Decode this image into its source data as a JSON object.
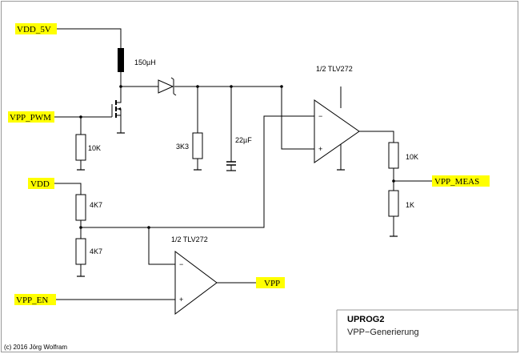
{
  "nets": {
    "vdd_5v": "VDD_5V",
    "vpp_pwm": "VPP_PWM",
    "vdd": "VDD",
    "vpp_en": "VPP_EN",
    "vpp": "VPP",
    "vpp_meas": "VPP_MEAS"
  },
  "components": {
    "inductor": "150µH",
    "r_pulldown": "10K",
    "r_load": "3K3",
    "cap": "22µF",
    "r_div_top": "4K7",
    "r_div_bottom": "4K7",
    "r_meas_top": "10K",
    "r_meas_bottom": "1K",
    "opamp_top": "1/2 TLV272",
    "opamp_bottom": "1/2 TLV272"
  },
  "title_block": {
    "title": "UPROG2",
    "subtitle": "VPP−Generierung"
  },
  "copyright": "(c) 2016 Jörg Wolfram"
}
